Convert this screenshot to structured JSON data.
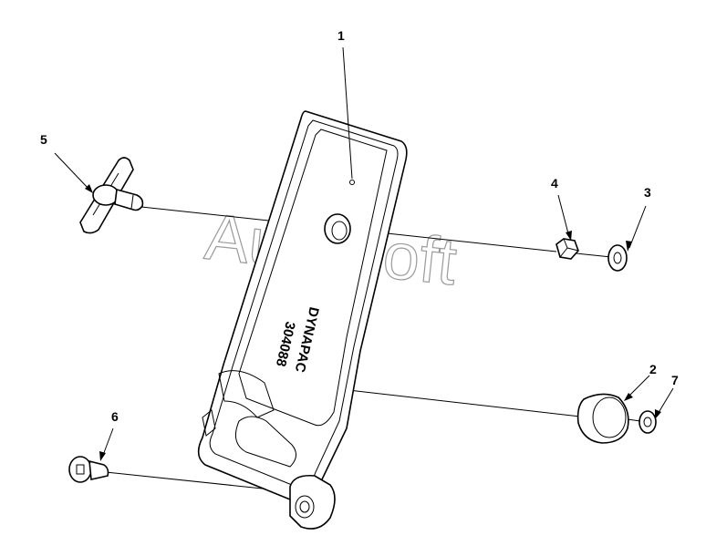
{
  "diagram": {
    "watermark": "AutoSoft",
    "brand_text": "DYNAPAC",
    "code_text": "304088",
    "callouts": [
      {
        "id": "1",
        "label": "1"
      },
      {
        "id": "2",
        "label": "2"
      },
      {
        "id": "3",
        "label": "3"
      },
      {
        "id": "4",
        "label": "4"
      },
      {
        "id": "5",
        "label": "5"
      },
      {
        "id": "6",
        "label": "6"
      },
      {
        "id": "7",
        "label": "7"
      }
    ]
  }
}
